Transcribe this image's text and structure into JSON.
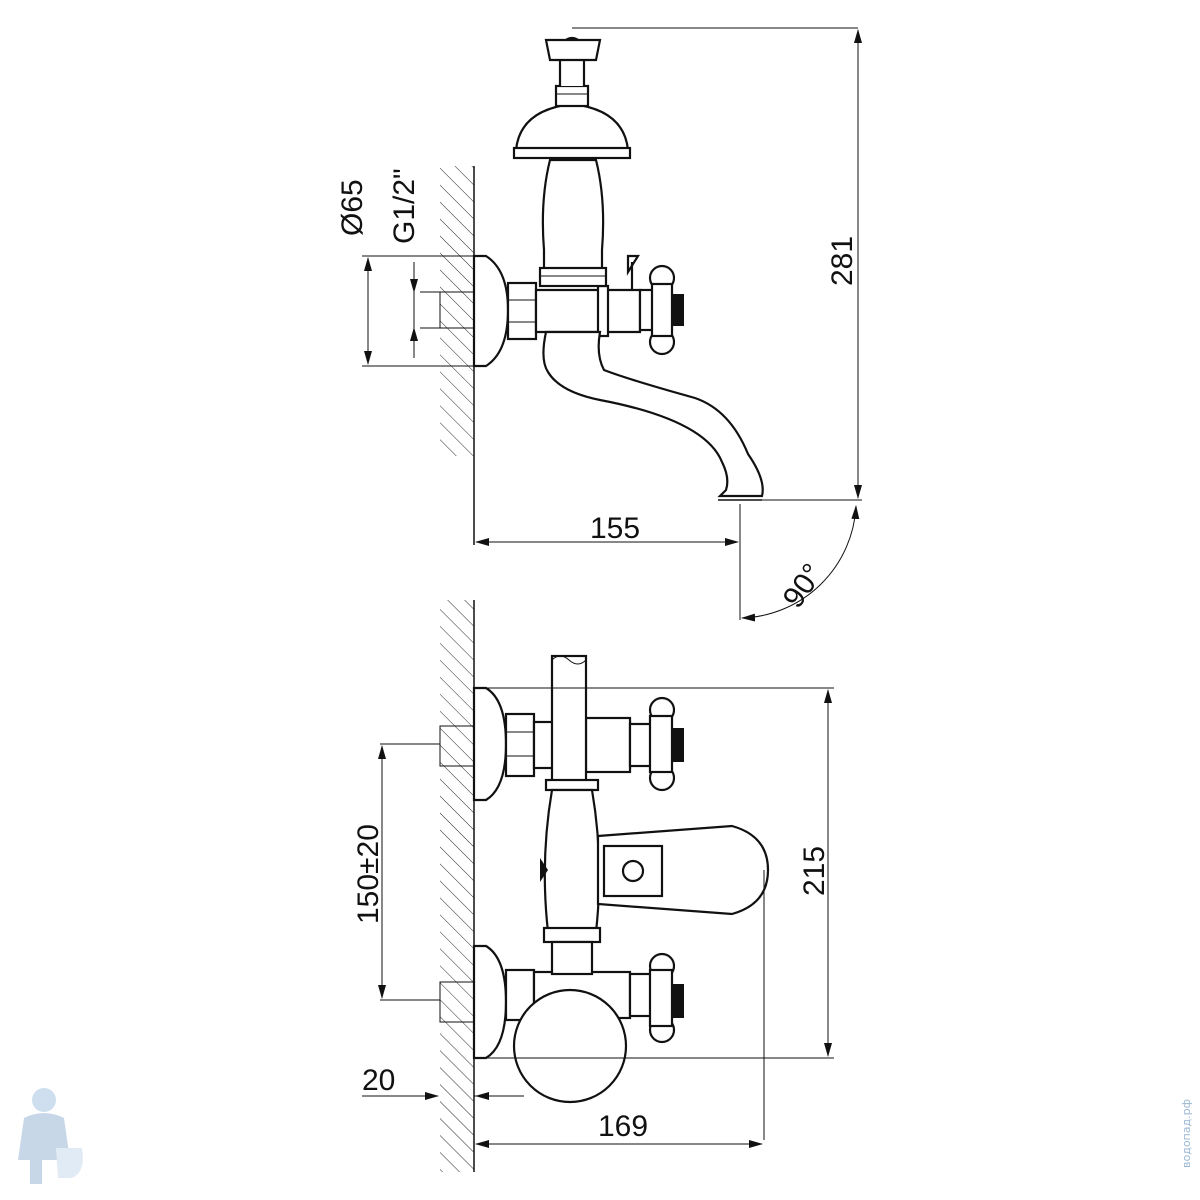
{
  "dimensions": {
    "flange_diameter": "Ø65",
    "thread": "G1/2\"",
    "height_total": "281",
    "reach": "155",
    "angle": "90°",
    "center_distance": "150±20",
    "height_front": "215",
    "wall_offset": "20",
    "depth_front": "169"
  },
  "watermark": "водопад.рф",
  "colors": {
    "line": "#111111",
    "watermark": "#9bb7d4"
  }
}
